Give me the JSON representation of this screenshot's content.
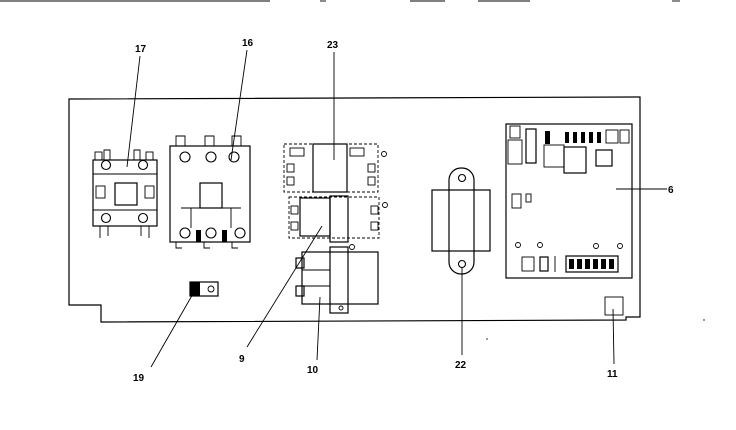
{
  "callouts": {
    "c17": "17",
    "c16": "16",
    "c23": "23",
    "c6": "6",
    "c19": "19",
    "c9": "9",
    "c10": "10",
    "c22": "22",
    "c11": "11"
  }
}
